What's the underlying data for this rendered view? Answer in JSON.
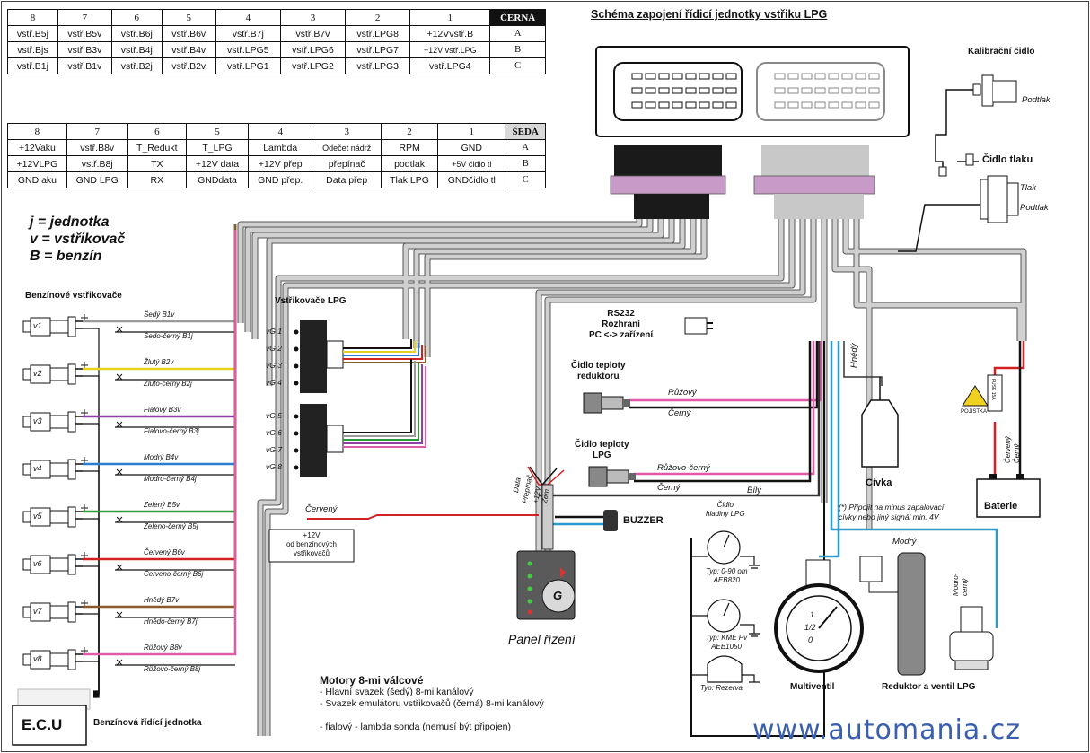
{
  "title": "Schéma zapojení řídicí jednotky vstřiku LPG",
  "black_table": {
    "header": [
      "8",
      "7",
      "6",
      "5",
      "4",
      "3",
      "2",
      "1",
      "ČERNÁ"
    ],
    "rows": [
      {
        "cells": [
          "vstř.B5j",
          "vstř.B5v",
          "vstř.B6j",
          "vstř.B6v",
          "vstř.B7j",
          "vstř.B7v",
          "vstř.LPG8",
          "+12Vvstř.B"
        ],
        "label": "A"
      },
      {
        "cells": [
          "vstř.Bjs",
          "vstř.B3v",
          "vstř.B4j",
          "vstř.B4v",
          "vstř.LPG5",
          "vstř.LPG6",
          "vstř.LPG7",
          "+12V vstř.LPG"
        ],
        "label": "B"
      },
      {
        "cells": [
          "vstř.B1j",
          "vstř.B1v",
          "vstř.B2j",
          "vstř.B2v",
          "vstř.LPG1",
          "vstř.LPG2",
          "vstř.LPG3",
          "vstř.LPG4"
        ],
        "label": "C"
      }
    ]
  },
  "grey_table": {
    "header": [
      "8",
      "7",
      "6",
      "5",
      "4",
      "3",
      "2",
      "1",
      "ŠEDÁ"
    ],
    "rows": [
      {
        "cells": [
          "+12Vaku",
          "vstř.B8v",
          "T_Redukt",
          "T_LPG",
          "Lambda",
          "Odečet nádrž",
          "RPM",
          "GND"
        ],
        "label": "A"
      },
      {
        "cells": [
          "+12VLPG",
          "vstř.B8j",
          "TX",
          "+12V data",
          "+12V přep",
          "přepínač",
          "podtlak",
          "+5V čidlo tl"
        ],
        "label": "B"
      },
      {
        "cells": [
          "GND aku",
          "GND LPG",
          "RX",
          "GNDdata",
          "GND přep.",
          "Data přep",
          "Tlak LPG",
          "GNDčidlo tl"
        ],
        "label": "C"
      }
    ]
  },
  "legend": [
    "j = jednotka",
    "v = vstřikovač",
    "B = benzín"
  ],
  "benzin_injectors": {
    "title": "Benzínové vstřikovače",
    "items": [
      {
        "id": "v1",
        "wire_a": "Šedý B1v",
        "wire_b": "Šedo-černý B1j",
        "color": "#9a9a9a"
      },
      {
        "id": "v2",
        "wire_a": "Žlutý B2v",
        "wire_b": "Žluto-černý B2j",
        "color": "#e6d21e"
      },
      {
        "id": "v3",
        "wire_a": "Fialový B3v",
        "wire_b": "Fialovo-černý B3j",
        "color": "#8e3fa8"
      },
      {
        "id": "v4",
        "wire_a": "Modrý B4v",
        "wire_b": "Modro-černý B4j",
        "color": "#2b7fd0"
      },
      {
        "id": "v5",
        "wire_a": "Zelený B5v",
        "wire_b": "Zeleno-černý B5j",
        "color": "#2e9a3a"
      },
      {
        "id": "v6",
        "wire_a": "Červený B6v",
        "wire_b": "Červeno-černý B6j",
        "color": "#d42020"
      },
      {
        "id": "v7",
        "wire_a": "Hnědý B7v",
        "wire_b": "Hnědo-černý B7j",
        "color": "#8a5a2b"
      },
      {
        "id": "v8",
        "wire_a": "Růžový B8v",
        "wire_b": "Růžovo-černý B8j",
        "color": "#e05aa8"
      }
    ]
  },
  "lpg_injectors": {
    "title": "Vstřikovače LPG",
    "labels": [
      "vG 1",
      "vG 2",
      "vG 3",
      "vG 4",
      "vG 5",
      "vG 6",
      "vG 7",
      "vG 8"
    ]
  },
  "labels": {
    "cerveny": "Červený",
    "plus12v_note": "+12V\nod benzínových\nvstřikovačů",
    "rs232": "RS232\nRozhraní\nPC <-> zařízení",
    "temp_reductor": "Čidlo teploty\nreduktoru",
    "temp_lpg": "Čidlo teploty\nLPG",
    "ruzovy": "Růžový",
    "cerny": "Černý",
    "ruzovo_cerny": "Růžovo-černý",
    "cerny2": "Černý",
    "bily": "Bílý",
    "hnedy": "Hnědý",
    "buzzer": "BUZZER",
    "panel": "Panel řízení",
    "panel_g": "G",
    "panel_wires": [
      "Data",
      "Přepínač",
      "+12V",
      "Zem"
    ],
    "cal_sensor": "Kalibrační čidlo",
    "podtlak": "Podtlak",
    "pressure_sensor": "Čidlo tlaku",
    "tlak": "Tlak",
    "podtlak2": "Podtlak",
    "civka": "Cívka",
    "civka_note": "(*) Připojit na minus zapalovací\ncívky nebo jiný signál min. 4V",
    "baterie": "Baterie",
    "pojistka": "POJISTKA",
    "fuse": "FUSE 15A",
    "cerveny_bat": "Červený",
    "cerny_bat": "Černý",
    "level_sensor": "Čidlo\nhladiny LPG",
    "type1": "Typ: 0-90 om\nAEB820",
    "type2": "Typ: KME Pv\nAEB1050",
    "type3": "Typ: Rezerva",
    "modry": "Modrý",
    "modro_cerny": "Modro-\ncerný",
    "multiventil": "Multiventil",
    "reduktor": "Reduktor a ventil LPG",
    "gauge_marks": [
      "1",
      "1/2",
      "0"
    ],
    "ecu": "E.C.U",
    "ecu_desc": "Benzínová řídící jednotka",
    "website": "www.automania.cz"
  },
  "notes": {
    "title": "Motory 8-mi válcové",
    "lines": [
      "- Hlavní svazek (šedý) 8-mi kanálový",
      "- Svazek emulátoru vstřikovačů (černá) 8-mi kanálový",
      "",
      "- fialový - lambda sonda (nemusí být připojen)"
    ]
  },
  "colors": {
    "black_connector": "#1a1a1a",
    "grey_connector": "#c8c8c8",
    "collar": "#c89ac8",
    "harness": "#d0d0d0"
  }
}
